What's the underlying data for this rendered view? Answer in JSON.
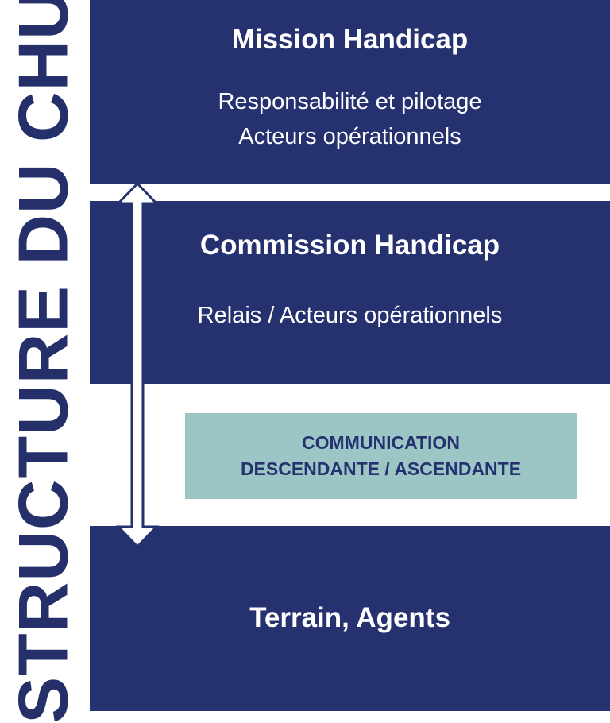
{
  "side_title": "STRUCTURE DU CHU",
  "mission": {
    "title": "Mission Handicap",
    "lines": [
      "Responsabilité et pilotage",
      "Acteurs opérationnels"
    ]
  },
  "commission": {
    "title": "Commission Handicap",
    "lines": [
      "Relais / Acteurs opérationnels"
    ]
  },
  "communication": {
    "lines": [
      "COMMUNICATION",
      "DESCENDANTE / ASCENDANTE"
    ]
  },
  "terrain": {
    "title": "Terrain, Agents"
  },
  "colors": {
    "navy": "#26316f",
    "teal": "#9cc5c5",
    "white": "#ffffff"
  }
}
